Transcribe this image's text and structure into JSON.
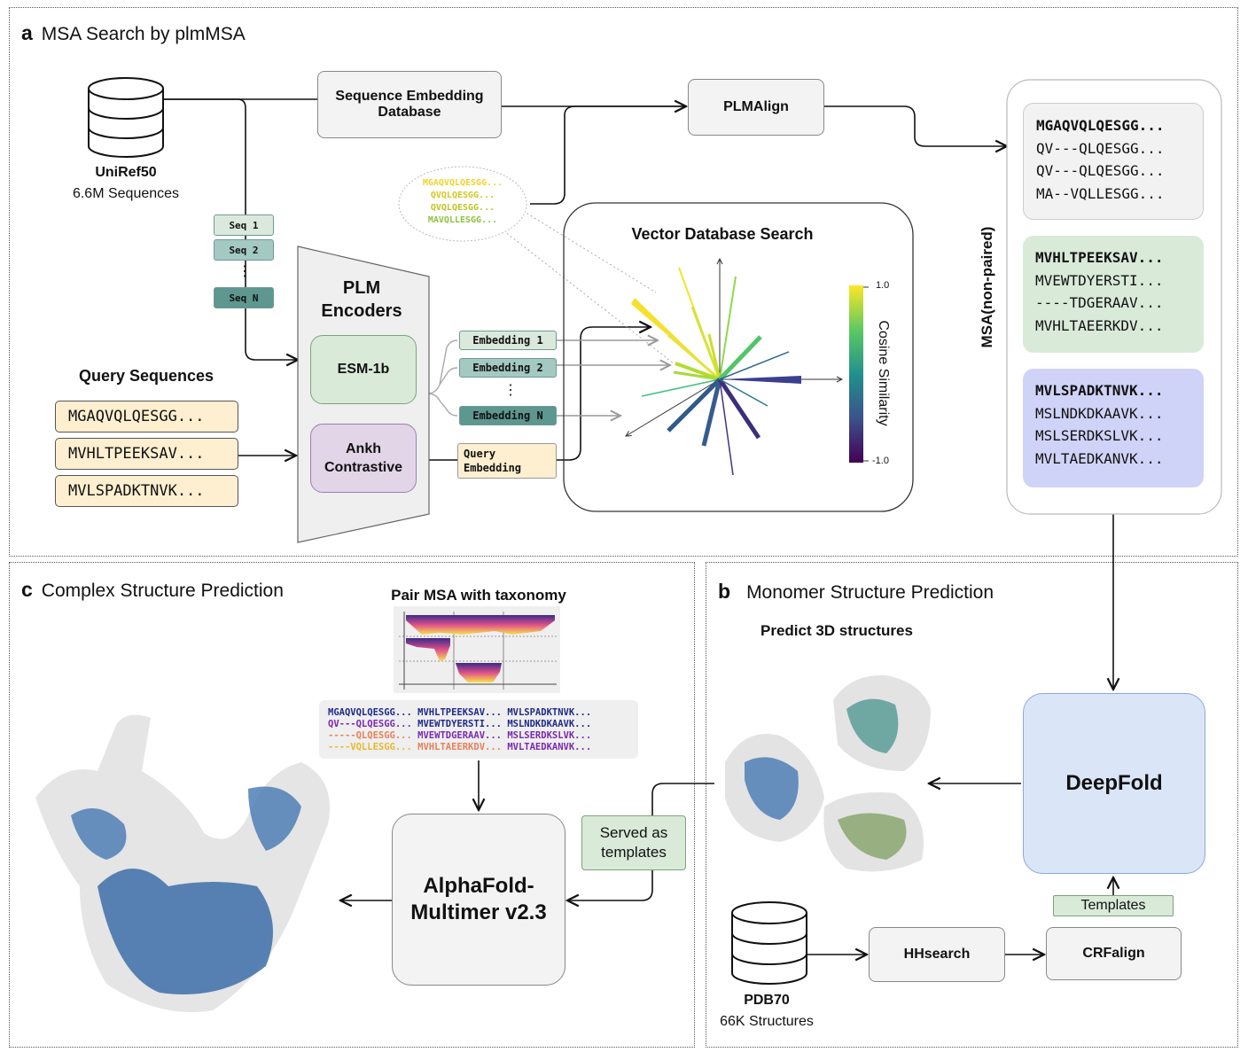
{
  "panel_a": {
    "letter": "a",
    "title": "MSA Search by plmMSA",
    "uniref": {
      "name": "UniRef50",
      "count": "6.6M Sequences"
    },
    "seq_embedding_db": "Sequence Embedding Database",
    "plmalign": "PLMAlign",
    "seq_tags": [
      "Seq 1",
      "Seq 2",
      "⋮",
      "Seq N"
    ],
    "plm_title": "PLM Encoders",
    "esm": "ESM-1b",
    "ankh": "Ankh Contrastive",
    "query_title": "Query Sequences",
    "queries": [
      "MGAQVQLQESGG...",
      "MVHLTPEEKSAV...",
      "MVLSPADKTNVK..."
    ],
    "embeddings": [
      "Embedding 1",
      "Embedding 2",
      "⋮",
      "Embedding N"
    ],
    "query_embedding": "Query Embedding",
    "bubble_seqs": [
      "MGAQVQLQESGG...",
      "QVQLQESGG...",
      "QVQLQESGG...",
      "MAVQLLESGG..."
    ],
    "vector_search_title": "Vector Database Search",
    "colorbar_label": "Cosine Similarity",
    "colorbar_max": "1.0",
    "colorbar_min": "-1.0",
    "msa_label": "MSA(non-paired)",
    "msa_groups": [
      {
        "lines": [
          "MGAQVQLQESGG...",
          "QV---QLQESGG...",
          "QV---QLQESGG...",
          "MA--VQLLESGG..."
        ],
        "color": "#f2f2f2"
      },
      {
        "lines": [
          "MVHLTPEEKSAV...",
          "MVEWTDYERSTI...",
          "----TDGERAAV...",
          "MVHLTAEERKDV..."
        ],
        "color": "#d9ead8"
      },
      {
        "lines": [
          "MVLSPADKTNVK...",
          "MSLNDKDKAAVK...",
          "MSLSERDKSLVK...",
          "MVLTAEDKANVK..."
        ],
        "color": "#cfd3f7"
      }
    ]
  },
  "panel_b": {
    "letter": "b",
    "title": "Monomer Structure Prediction",
    "predict_label": "Predict 3D structures",
    "deepfold": "DeepFold",
    "templates": "Templates",
    "pdb": {
      "name": "PDB70",
      "count": "66K Structures"
    },
    "hhsearch": "HHsearch",
    "crfalign": "CRFalign"
  },
  "panel_c": {
    "letter": "c",
    "title": "Complex Structure Prediction",
    "pair_title": "Pair MSA with taxonomy",
    "pair_rows": [
      [
        "MGAQVQLQESGG...",
        "MVHLTPEEKSAV...",
        "MVLSPADKTNVK..."
      ],
      [
        "QV---QLQESGG...",
        "MVEWTDYERSTI...",
        "MSLNDKDKAAVK..."
      ],
      [
        "-----QLQESGG...",
        "MVEWTDGERAAV...",
        "MSLSERDKSLVK..."
      ],
      [
        "----VQLLESGG...",
        "MVHLTAEERKDV...",
        "MVLTAEDKANVK..."
      ]
    ],
    "pair_colors": [
      "#1f2a8a",
      "#7a2ab0",
      "#e8805a",
      "#e8b830"
    ],
    "pair_col3_colors": [
      "#1f2a8a",
      "#1f2a8a",
      "#7a2ab0",
      "#7a2ab0"
    ],
    "served": "Served as templates",
    "alphafold": "AlphaFold-Multimer v2.3"
  }
}
